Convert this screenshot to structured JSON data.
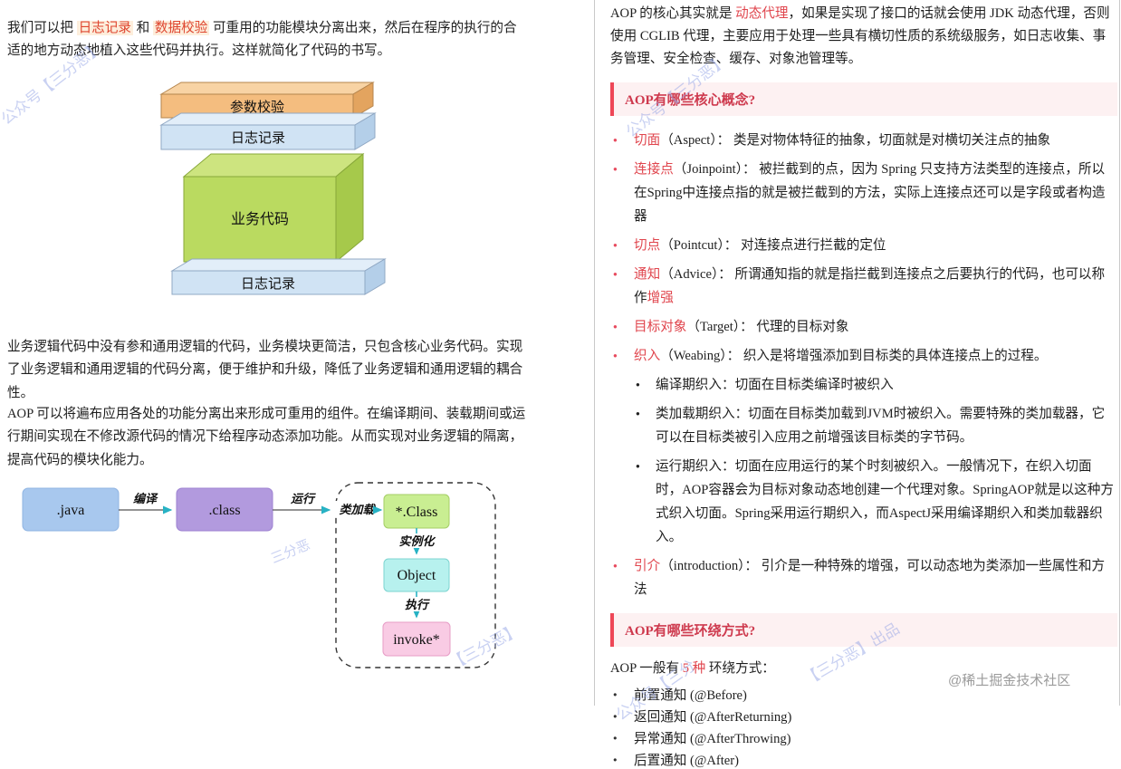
{
  "watermarks": {
    "w1": "公众号【三分恶】",
    "w2": "三分恶",
    "w3": "【三分恶】",
    "w4": "公众号【三分恶】",
    "w5": "【三分恶】出品",
    "w6": "公众号【三分"
  },
  "credit": "@稀土掘金技术社区",
  "left": {
    "para1": {
      "s1": "我们可以把 ",
      "hl1": "日志记录",
      "s2": " 和 ",
      "hl2": "数据校验",
      "s3": " 可重用的功能模块分离出来，然后在程序的执行的合适的地方动态地植入这些代码并执行。这样就简化了代码的书写。"
    },
    "layers": {
      "l1": "参数校验",
      "l2": "日志记录",
      "l3": "业务代码",
      "l4": "日志记录"
    },
    "para2": "业务逻辑代码中没有参和通用逻辑的代码，业务模块更简洁，只包含核心业务代码。实现了业务逻辑和通用逻辑的代码分离，便于维护和升级，降低了业务逻辑和通用逻辑的耦合性。",
    "para3": "AOP 可以将遍布应用各处的功能分离出来形成可重用的组件。在编译期间、装载期间或运行期间实现在不修改源代码的情况下给程序动态添加功能。从而实现对业务逻辑的隔离，提高代码的模块化能力。",
    "flow": {
      "java": ".java",
      "compile": "编译",
      "clazz": ".class",
      "run": "运行",
      "classload": "类加载",
      "starclass": "*.Class",
      "instantiate": "实例化",
      "object": "Object",
      "execute": "执行",
      "invoke": "invoke*"
    }
  },
  "right": {
    "para1": {
      "s1": "AOP 的核心其实就是 ",
      "red1": "动态代理",
      "s2": "，如果是实现了接口的话就会使用 JDK 动态代理，否则使用 CGLIB 代理，主要应用于处理一些具有横切性质的系统级服务，如日志收集、事务管理、安全检查、缓存、对象池管理等。"
    },
    "section1": "AOP有哪些核心概念?",
    "concepts": [
      {
        "term": "切面",
        "body": "（Aspect）： 类是对物体特征的抽象，切面就是对横切关注点的抽象",
        "tail": ""
      },
      {
        "term": "连接点",
        "body": "（Joinpoint）： 被拦截到的点，因为 Spring 只支持方法类型的连接点，所以在Spring中连接点指的就是被拦截到的方法，实际上连接点还可以是字段或者构造器",
        "tail": ""
      },
      {
        "term": "切点",
        "body": "（Pointcut）： 对连接点进行拦截的定位",
        "tail": ""
      },
      {
        "term": "通知",
        "body": "（Advice）： 所谓通知指的就是指拦截到连接点之后要执行的代码，也可以称作",
        "tail": "增强"
      },
      {
        "term": "目标对象",
        "body": "（Target）： 代理的目标对象",
        "tail": ""
      },
      {
        "term": "织入",
        "body": "（Weabing）： 织入是将增强添加到目标类的具体连接点上的过程。",
        "tail": ""
      },
      {
        "term": "引介",
        "body": "（introduction）： 引介是一种特殊的增强，可以动态地为类添加一些属性和方法",
        "tail": ""
      }
    ],
    "weaving_subs": [
      "编译期织入：切面在目标类编译时被织入",
      "类加载期织入：切面在目标类加载到JVM时被织入。需要特殊的类加载器，它可以在目标类被引入应用之前增强该目标类的字节码。",
      "运行期织入：切面在应用运行的某个时刻被织入。一般情况下，在织入切面时，AOP容器会为目标对象动态地创建一个代理对象。SpringAOP就是以这种方式织入切面。Spring采用运行期织入，而AspectJ采用编译期织入和类加载器织入。"
    ],
    "section2": "AOP有哪些环绕方式?",
    "para2": {
      "s1": "AOP 一般有 ",
      "red1": "5 种",
      "s2": " 环绕方式："
    },
    "around_types": [
      "前置通知 (@Before)",
      "返回通知 (@AfterReturning)",
      "异常通知 (@AfterThrowing)",
      "后置通知 (@After)"
    ]
  }
}
